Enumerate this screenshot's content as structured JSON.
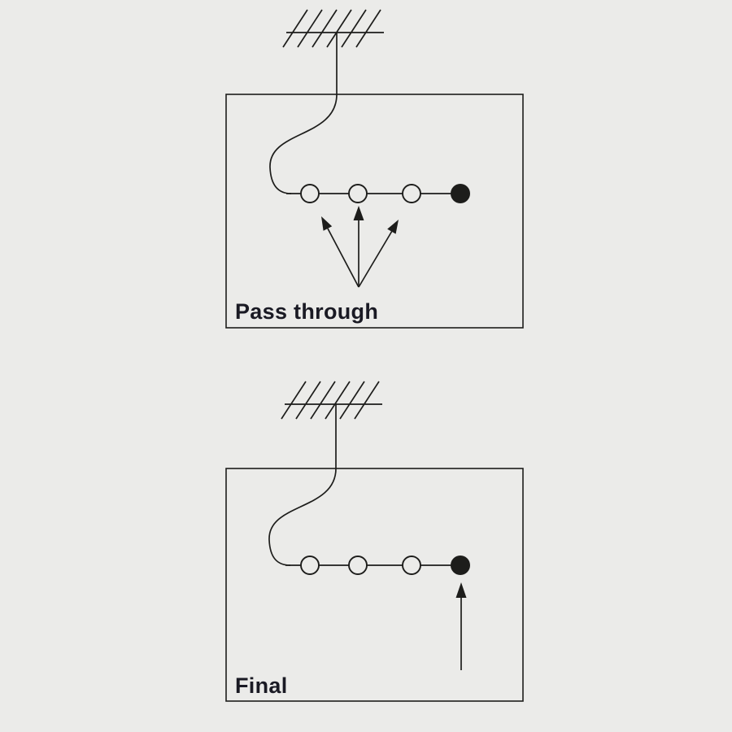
{
  "canvas": {
    "background": "#ebebe9",
    "line_color": "#1d1d1b",
    "text_color": "#1a1a24"
  },
  "diagrams": {
    "pass_through": {
      "label": "Pass through",
      "sockets_open": 3,
      "sockets_terminated": 1,
      "signal_arrows": 3
    },
    "final": {
      "label": "Final",
      "sockets_open": 3,
      "sockets_terminated": 1,
      "signal_arrows": 1
    }
  }
}
